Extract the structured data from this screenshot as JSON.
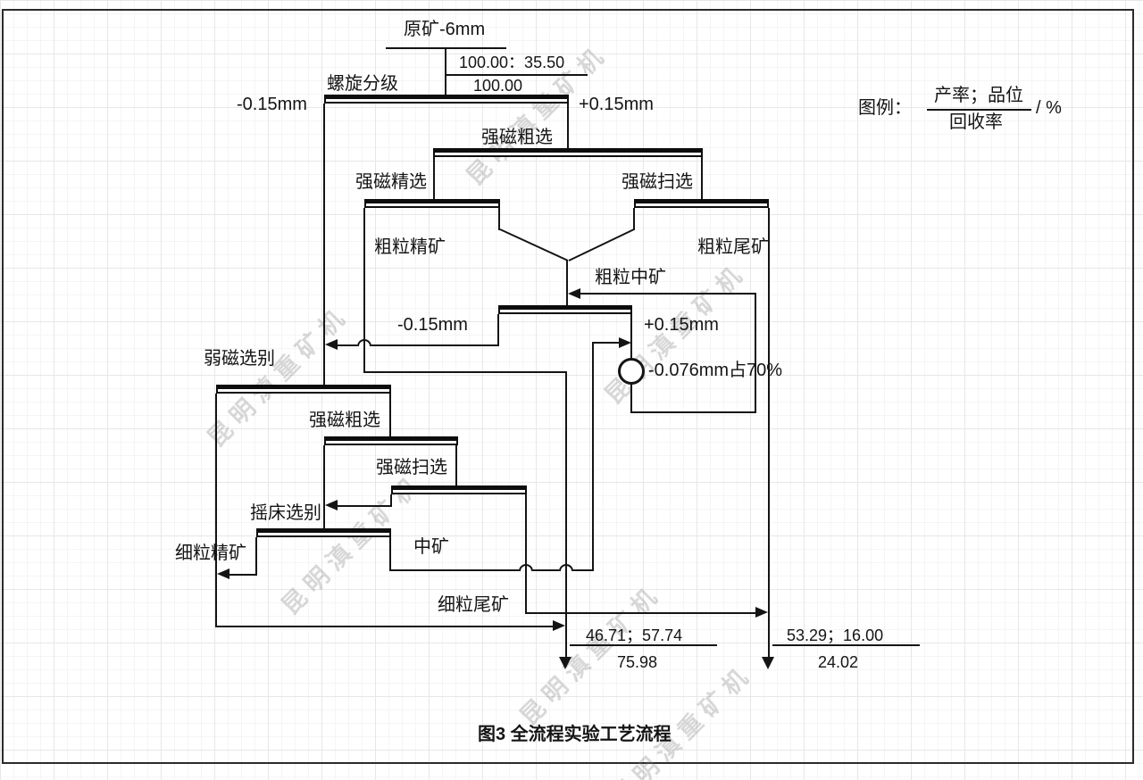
{
  "diagram": {
    "title": "图3 全流程实验工艺流程",
    "watermark_text": "昆明滇重矿机",
    "legend": {
      "prefix": "图例：",
      "numerator": "产率；品位",
      "denominator": "回收率",
      "suffix": "/ %"
    },
    "feed": {
      "label": "原矿-6mm",
      "numerator": "100.00：35.50",
      "denominator": "100.00"
    },
    "units": {
      "spiral_classifier": "螺旋分级",
      "hims_rougher_coarse": "强磁粗选",
      "hims_cleaner": "强磁精选",
      "hims_scavenger_coarse": "强磁扫选",
      "lims_separation": "弱磁选别",
      "hims_rougher_fine": "强磁粗选",
      "hims_scavenger_fine": "强磁扫选",
      "shaking_table": "摇床选别"
    },
    "streams": {
      "minus_015_top": "-0.15mm",
      "plus_015_top": "+0.15mm",
      "coarse_concentrate": "粗粒精矿",
      "coarse_tailings": "粗粒尾矿",
      "coarse_middlings": "粗粒中矿",
      "minus_015_screen": "-0.15mm",
      "plus_015_screen": "+0.15mm",
      "grind_fineness": "-0.076mm占70%",
      "fine_concentrate": "细粒精矿",
      "middlings": "中矿",
      "fine_tailings": "细粒尾矿"
    },
    "results": {
      "concentrate": {
        "numerator": "46.71；57.74",
        "denominator": "75.98"
      },
      "tailings": {
        "numerator": "53.29；16.00",
        "denominator": "24.02"
      }
    }
  }
}
